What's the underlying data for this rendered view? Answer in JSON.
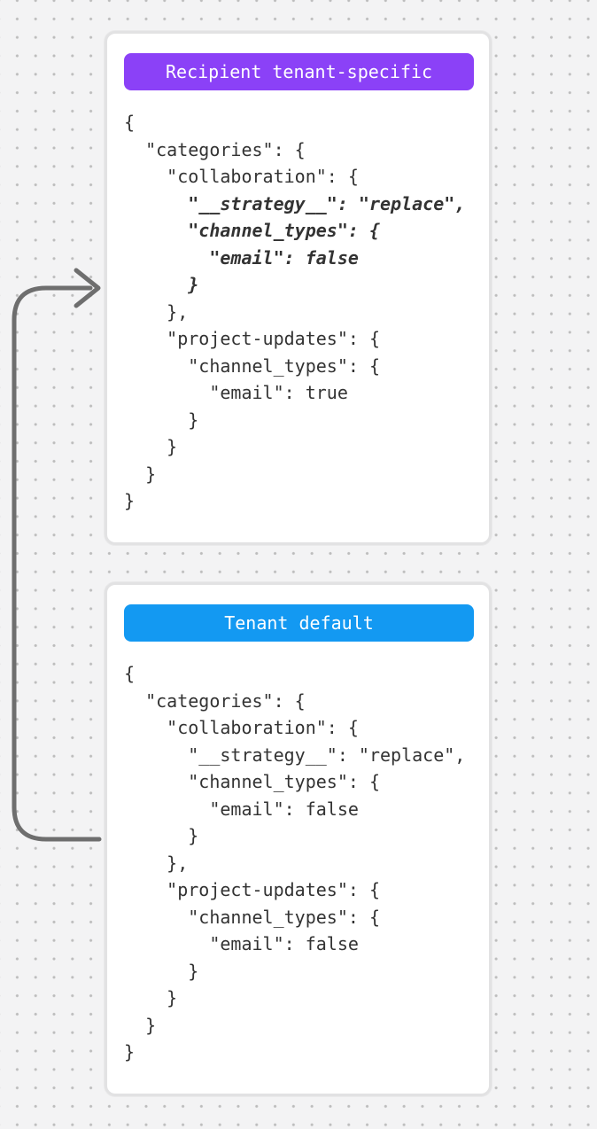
{
  "page": {
    "background_color": "#f3f3f4",
    "dot_color": "#bcbcbc",
    "card_background": "#ffffff",
    "card_border_color": "#e2e2e3"
  },
  "arrow": {
    "color": "#6e6e6e"
  },
  "cards": [
    {
      "id": "recipient",
      "badge": {
        "label": "Recipient tenant-specific",
        "color": "#8b41f7"
      },
      "code_lines": [
        {
          "text": "{",
          "emphasis": false
        },
        {
          "text": "  \"categories\": {",
          "emphasis": false
        },
        {
          "text": "    \"collaboration\": {",
          "emphasis": false
        },
        {
          "text": "      \"__strategy__\": \"replace\",",
          "emphasis": true
        },
        {
          "text": "      \"channel_types\": {",
          "emphasis": true
        },
        {
          "text": "        \"email\": false",
          "emphasis": true
        },
        {
          "text": "      }",
          "emphasis": true
        },
        {
          "text": "    },",
          "emphasis": false
        },
        {
          "text": "    \"project-updates\": {",
          "emphasis": false
        },
        {
          "text": "      \"channel_types\": {",
          "emphasis": false
        },
        {
          "text": "        \"email\": true",
          "emphasis": false
        },
        {
          "text": "      }",
          "emphasis": false
        },
        {
          "text": "    }",
          "emphasis": false
        },
        {
          "text": "  }",
          "emphasis": false
        },
        {
          "text": "}",
          "emphasis": false
        }
      ]
    },
    {
      "id": "default",
      "badge": {
        "label": "Tenant default",
        "color": "#1399f2"
      },
      "code_lines": [
        {
          "text": "{",
          "emphasis": false
        },
        {
          "text": "  \"categories\": {",
          "emphasis": false
        },
        {
          "text": "    \"collaboration\": {",
          "emphasis": false
        },
        {
          "text": "      \"__strategy__\": \"replace\",",
          "emphasis": false
        },
        {
          "text": "      \"channel_types\": {",
          "emphasis": false
        },
        {
          "text": "        \"email\": false",
          "emphasis": false
        },
        {
          "text": "      }",
          "emphasis": false
        },
        {
          "text": "    },",
          "emphasis": false
        },
        {
          "text": "    \"project-updates\": {",
          "emphasis": false
        },
        {
          "text": "      \"channel_types\": {",
          "emphasis": false
        },
        {
          "text": "        \"email\": false",
          "emphasis": false
        },
        {
          "text": "      }",
          "emphasis": false
        },
        {
          "text": "    }",
          "emphasis": false
        },
        {
          "text": "  }",
          "emphasis": false
        },
        {
          "text": "}",
          "emphasis": false
        }
      ]
    }
  ]
}
